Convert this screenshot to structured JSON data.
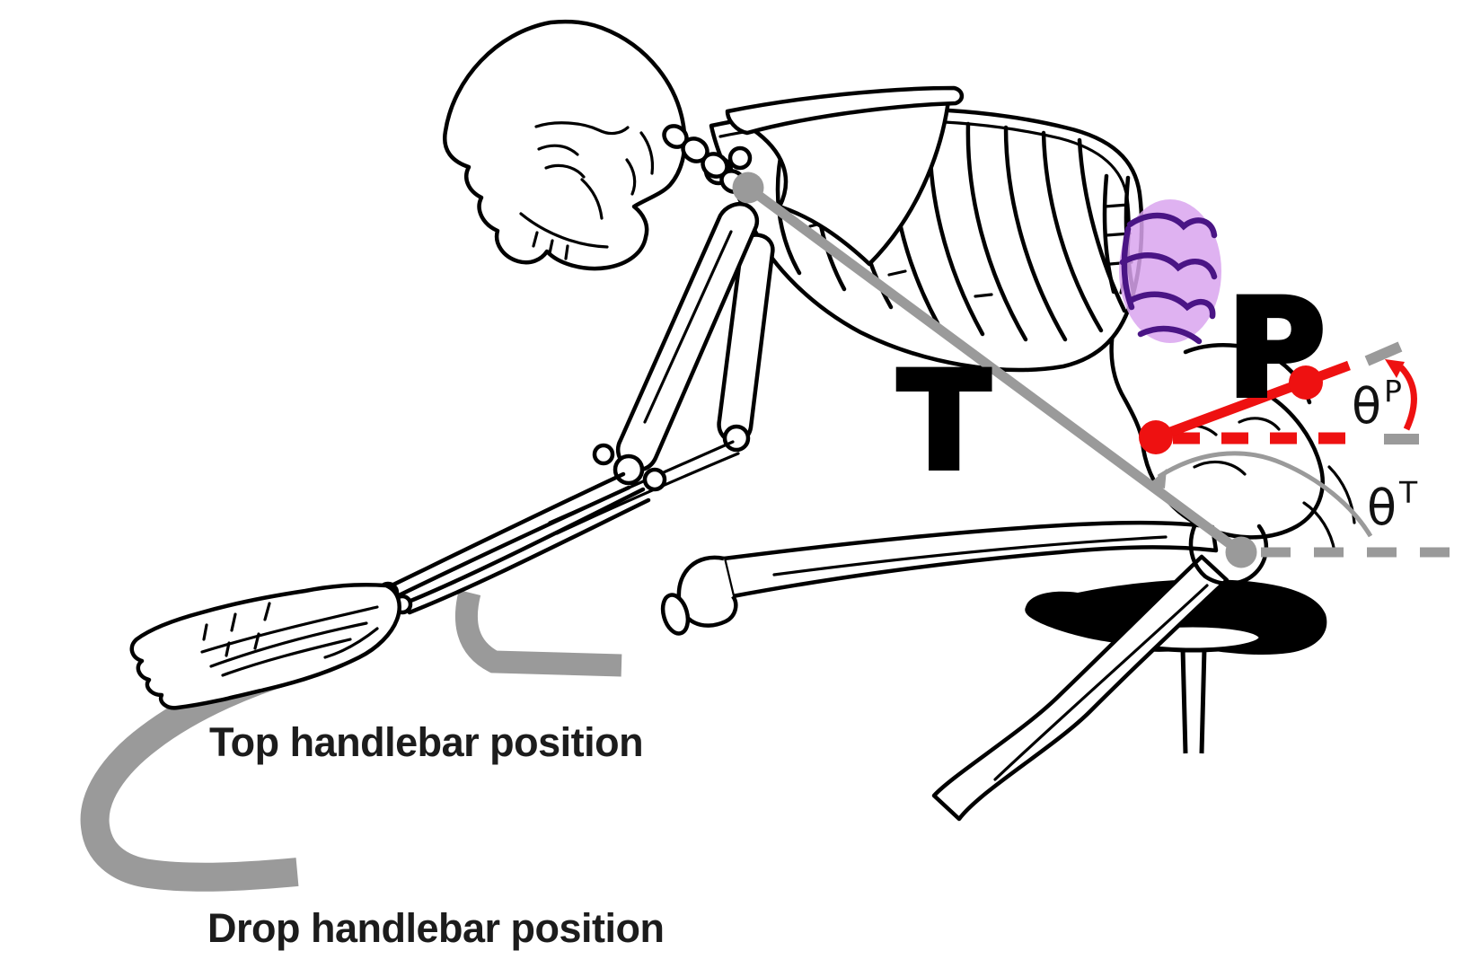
{
  "diagram": {
    "trunk_line_label": "T",
    "pelvis_line_label": "P",
    "theta_symbol": "θ",
    "trunk_angle_sup": "T",
    "pelvis_angle_sup": "P",
    "top_handlebar_label": "Top handlebar position",
    "drop_handlebar_label": "Drop handlebar position",
    "colors": {
      "annotation_gray": "#9a9a9a",
      "annotation_red": "#ee1111",
      "sacrum_highlight_fill": "#d9a4ef",
      "sacrum_highlight_outline": "#4a1585",
      "line_art_ink": "#000000",
      "caption_text": "#1c1c1c",
      "background": "#ffffff"
    }
  }
}
